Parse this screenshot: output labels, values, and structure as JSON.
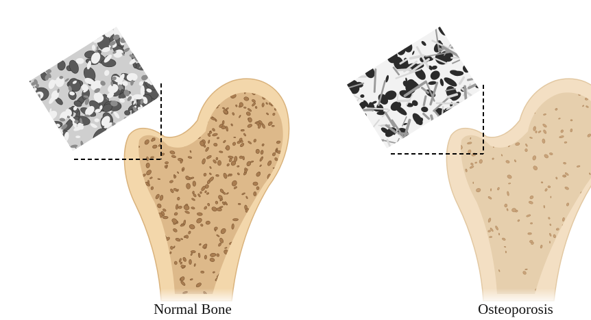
{
  "panels": [
    {
      "id": "normal",
      "caption": "Normal Bone",
      "condition": "normal"
    },
    {
      "id": "osteo",
      "caption": "Osteoporosis",
      "condition": "osteoporosis"
    }
  ],
  "colors": {
    "cortex": "#f3d7ab",
    "cortex_outline": "#d9b27c",
    "marrow": "#ddb98a",
    "trabecula": "#a97d50",
    "trabecula_edge": "#7d5733",
    "osteo_cortex": "#f3dfc3",
    "osteo_marrow": "#e6cfad",
    "dash": "#000000",
    "micro_normal_bg": "#cfcfcf",
    "micro_osteo_bg": "#3a3a3a"
  },
  "icons": {
    "bone": "femur-head-icon",
    "micro": "trabecular-microstructure-icon"
  }
}
